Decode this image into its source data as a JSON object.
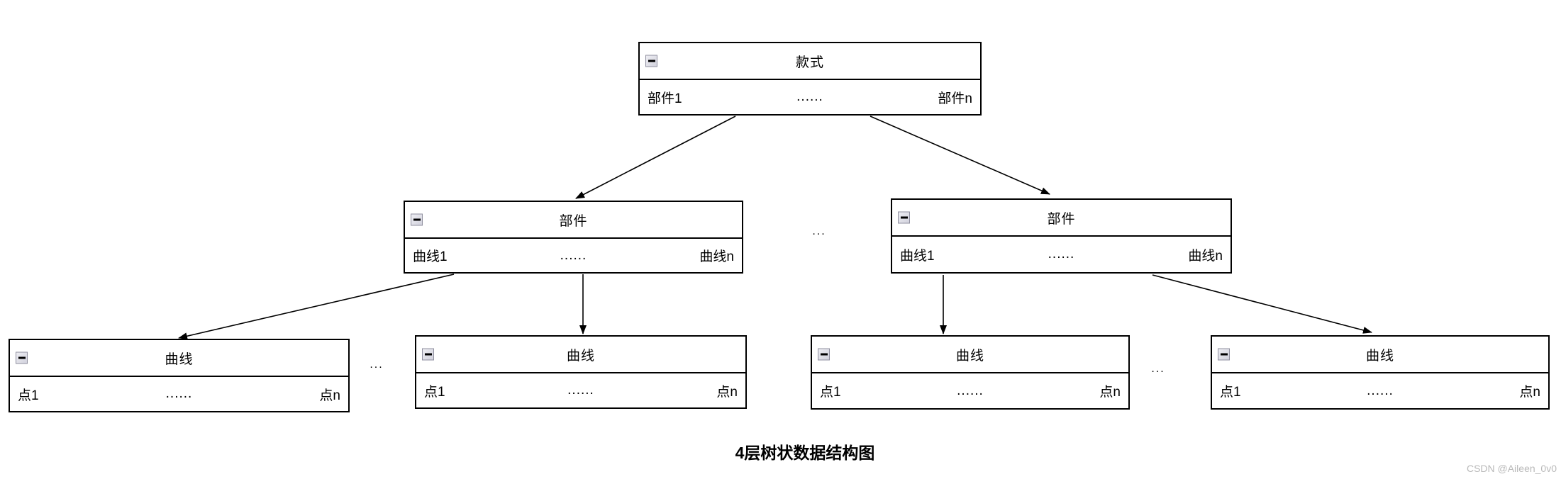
{
  "diagram": {
    "caption": "4层树状数据结构图",
    "watermark": "CSDN @Aileen_0v0",
    "colors": {
      "stroke": "#000000",
      "node_fill": "#ffffff",
      "collapse_icon_fill": "#d9d9e3",
      "collapse_icon_border": "#8f8f9f",
      "watermark_text": "#b9b9b9"
    },
    "collapse_icon": "minus-square-icon",
    "nodes": [
      {
        "level": 1,
        "title": "款式",
        "item_first": "部件1",
        "item_ellipsis": "......",
        "item_last": "部件n"
      },
      {
        "level": 2,
        "title": "部件",
        "item_first": "曲线1",
        "item_ellipsis": "......",
        "item_last": "曲线n"
      },
      {
        "level": 2,
        "title": "部件",
        "item_first": "曲线1",
        "item_ellipsis": "......",
        "item_last": "曲线n"
      },
      {
        "level": 3,
        "title": "曲线",
        "item_first": "点1",
        "item_ellipsis": "......",
        "item_last": "点n"
      },
      {
        "level": 3,
        "title": "曲线",
        "item_first": "点1",
        "item_ellipsis": "......",
        "item_last": "点n"
      },
      {
        "level": 3,
        "title": "曲线",
        "item_first": "点1",
        "item_ellipsis": "......",
        "item_last": "点n"
      },
      {
        "level": 3,
        "title": "曲线",
        "item_first": "点1",
        "item_ellipsis": "......",
        "item_last": "点n"
      }
    ],
    "separators": {
      "between_components": "...",
      "between_curves_left": "...",
      "between_curves_right": "..."
    }
  }
}
